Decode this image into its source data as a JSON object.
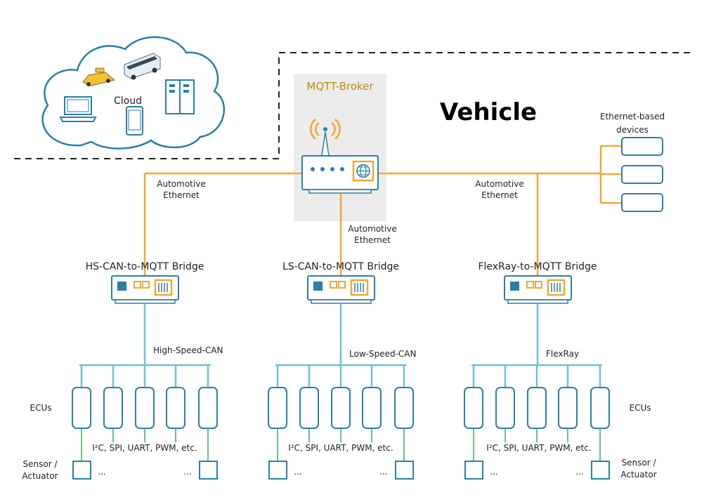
{
  "labels": {
    "cloud": "Cloud",
    "vehicle": "Vehicle",
    "broker": "MQTT-Broker",
    "ethernet_devices_line1": "Ethernet-based",
    "ethernet_devices_line2": "devices",
    "auto_eth_line1": "Automotive",
    "auto_eth_line2": "Ethernet",
    "ecus": "ECUs",
    "sensor_line1": "Sensor /",
    "sensor_line2": "Actuator",
    "ellipsis": "..."
  },
  "bridges": [
    {
      "title": "HS-CAN-to-MQTT Bridge",
      "bus": "High-Speed-CAN",
      "protocols": "I²C, SPI, UART, PWM, etc."
    },
    {
      "title": "LS-CAN-to-MQTT Bridge",
      "bus": "Low-Speed-CAN",
      "protocols": "I²C, SPI, UART, PWM, etc."
    },
    {
      "title": "FlexRay-to-MQTT Bridge",
      "bus": "FlexRay",
      "protocols": "I²C, SPI, UART, PWM, etc."
    }
  ],
  "colors": {
    "blue": "#2a7fa8",
    "light_blue": "#6fc0d8",
    "orange": "#f0a830",
    "green": "#3aaa5a",
    "broker_bg": "#ececec"
  }
}
